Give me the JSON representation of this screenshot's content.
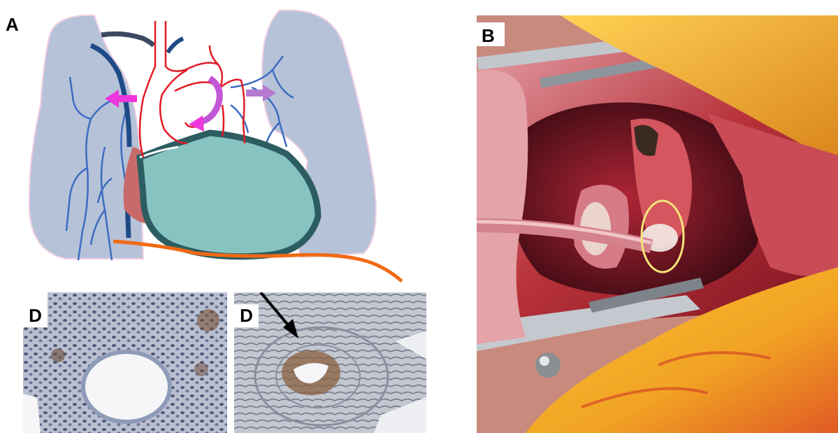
{
  "figure": {
    "panels": [
      {
        "id": "A",
        "label": "A",
        "kind": "schematic"
      },
      {
        "id": "B",
        "label": "B",
        "kind": "surgical-photo"
      },
      {
        "id": "D1",
        "label": "D",
        "kind": "histology-photo"
      },
      {
        "id": "D2",
        "label": "D",
        "kind": "histology-photo"
      }
    ]
  },
  "colors": {
    "lung_fill": "#b6c2d8",
    "lung_outline": "#f2cfe4",
    "heart_fill": "#87c3c1",
    "heart_outline": "#2c5d61",
    "red_vessel": "#e01b24",
    "blue_vessel": "#3d6cc1",
    "dark_blue_vessel": "#1e4a86",
    "magenta_arrow": "#ee36dd",
    "orange_line": "#f06a14",
    "atrium": "#c96a6a",
    "photo_tissue": "#b8323a",
    "photo_fat": "#f2c02a",
    "highlight_ellipse": "#f5e67a"
  },
  "icons": {
    "arrow_left": "left-arrow-icon",
    "arrow_right": "right-arrow-icon",
    "arrow_curved": "curved-arrow-icon",
    "pointer_arrow": "black-pointer-arrow-icon"
  }
}
